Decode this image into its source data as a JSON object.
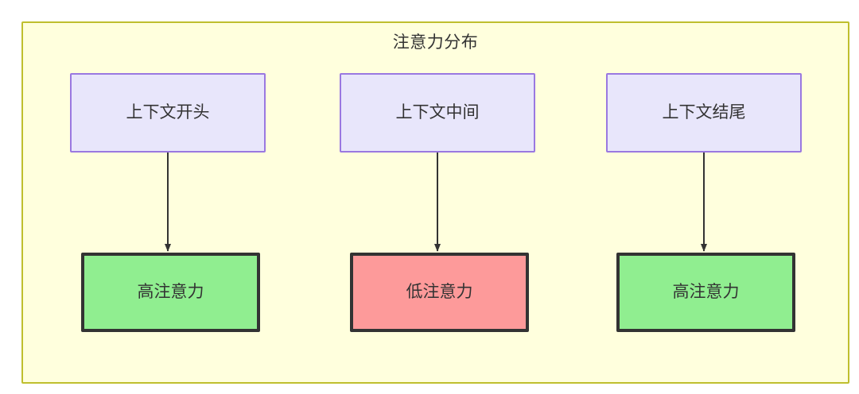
{
  "diagram": {
    "title": "注意力分布",
    "container": {
      "fill": "#ffffdd",
      "stroke": "#bfbf2e"
    },
    "nodes": {
      "context": [
        {
          "id": "context-start",
          "label": "上下文开头",
          "fill": "#e8e6fb",
          "stroke": "#9a78e0"
        },
        {
          "id": "context-middle",
          "label": "上下文中间",
          "fill": "#e8e6fb",
          "stroke": "#9a78e0"
        },
        {
          "id": "context-end",
          "label": "上下文结尾",
          "fill": "#e8e6fb",
          "stroke": "#9a78e0"
        }
      ],
      "attention": [
        {
          "id": "attention-high-start",
          "label": "高注意力",
          "fill": "#90ee90",
          "stroke": "#333333"
        },
        {
          "id": "attention-low-middle",
          "label": "低注意力",
          "fill": "#fd9a9a",
          "stroke": "#333333"
        },
        {
          "id": "attention-high-end",
          "label": "高注意力",
          "fill": "#90ee90",
          "stroke": "#333333"
        }
      ]
    },
    "edges": [
      {
        "from": "context-start",
        "to": "attention-high-start",
        "label": ""
      },
      {
        "from": "context-middle",
        "to": "attention-low-middle",
        "label": ""
      },
      {
        "from": "context-end",
        "to": "attention-high-end",
        "label": ""
      }
    ],
    "edge_color": "#333333"
  }
}
